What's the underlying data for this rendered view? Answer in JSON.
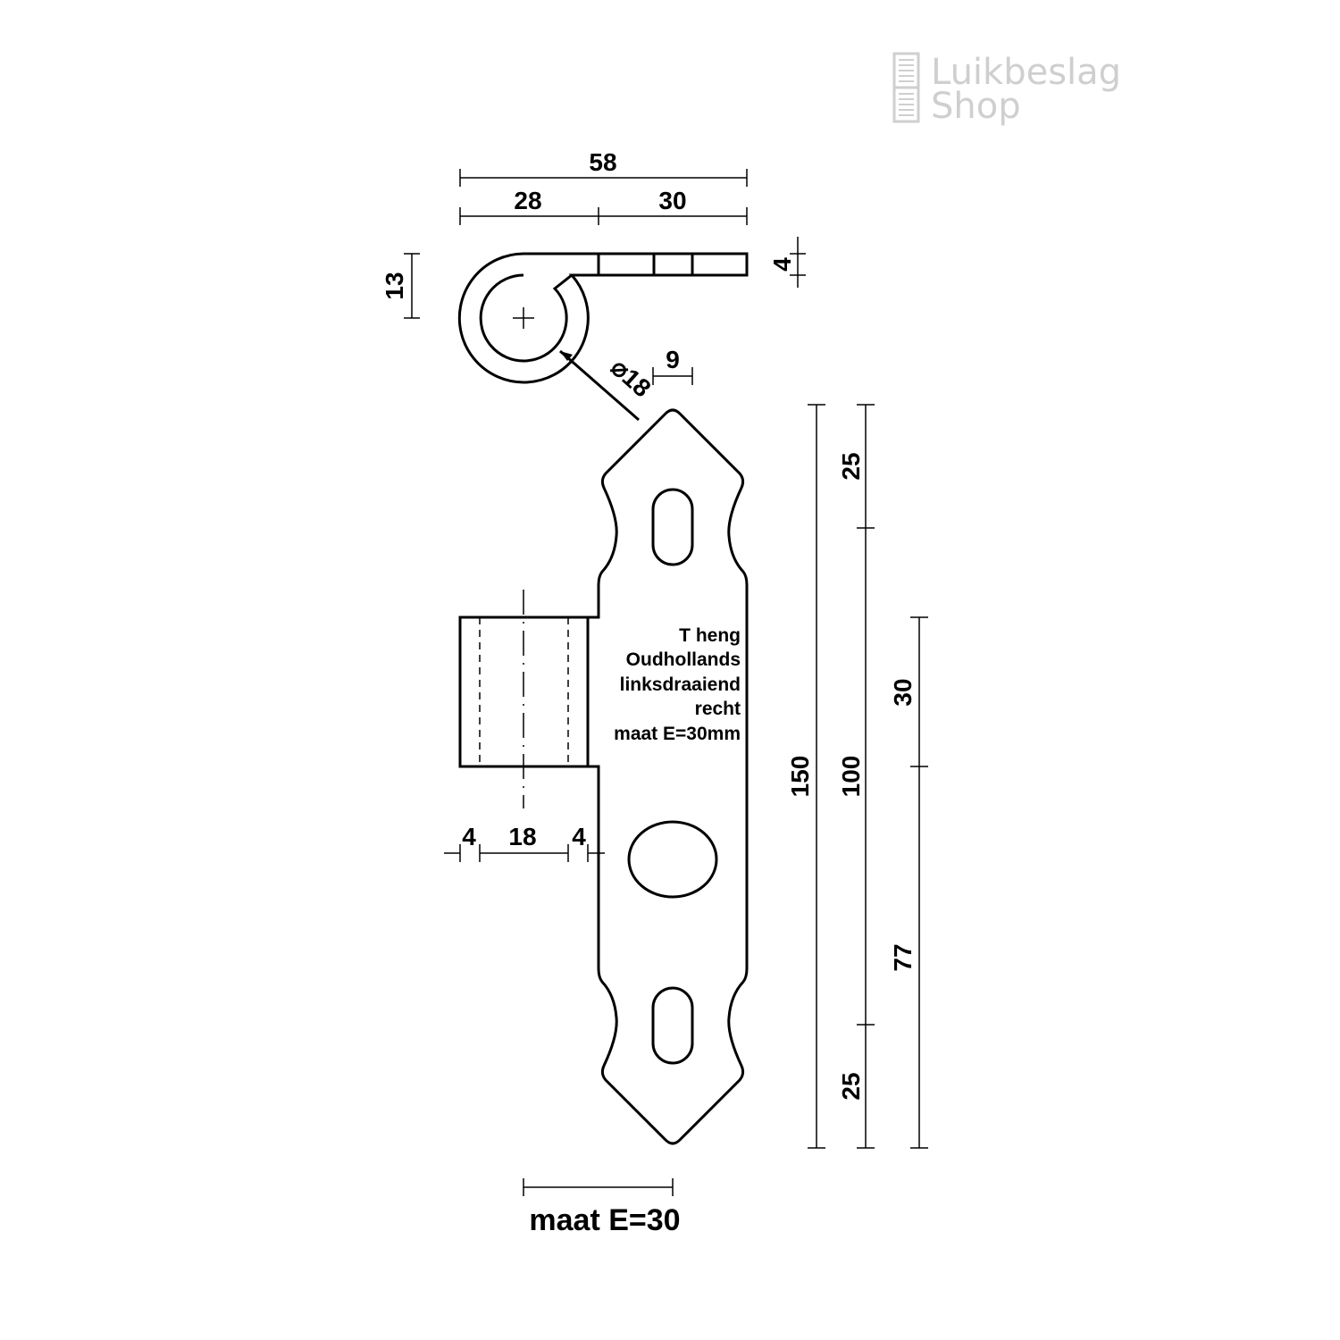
{
  "logo": {
    "line1": "Luikbeslag",
    "line2": "Shop",
    "color": "#cfcfcf"
  },
  "top_view_dims": {
    "overall": "58",
    "left": "28",
    "right": "30",
    "thickness": "4",
    "height": "13",
    "diameter": "⌀18",
    "offset": "9"
  },
  "right_dims": {
    "total": "150",
    "top": "25",
    "middle": "100",
    "bottom": "25",
    "upper": "30",
    "lower": "77"
  },
  "knuckle_dims": {
    "wall_left": "4",
    "bore": "18",
    "wall_right": "4"
  },
  "note": {
    "lines": [
      "T heng",
      "Oudhollands",
      "linksdraaiend",
      "recht",
      "maat E=30mm"
    ]
  },
  "bottom_label": "maat E=30"
}
